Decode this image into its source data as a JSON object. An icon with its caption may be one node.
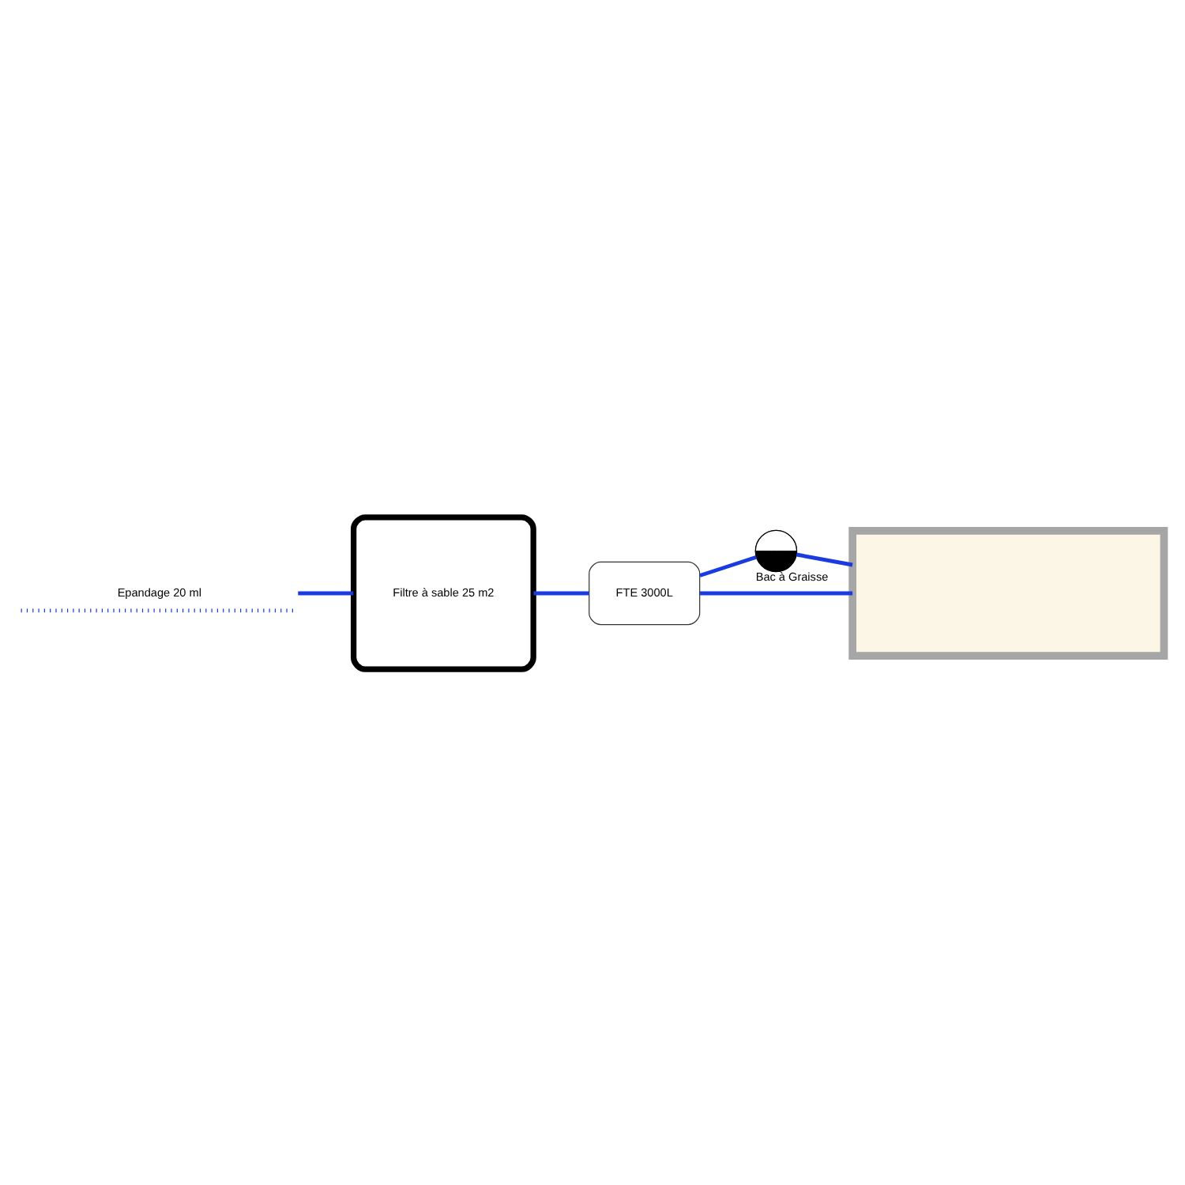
{
  "diagram": {
    "nodes": [
      {
        "text": [],
        "shape": "box"
      },
      {
        "text": [
          "Bac à Graisse"
        ]
      },
      {
        "text": [
          "FTE 3000L"
        ]
      },
      {
        "text": [
          "Filtre à sable 25 m2"
        ]
      },
      {
        "text": [
          "Epandage 20 ml"
        ]
      }
    ],
    "edges": [
      {
        "from": 0,
        "to": 1,
        "arrow": "none"
      },
      {
        "from": 1,
        "to": 2,
        "arrow": "none"
      },
      {
        "from": 0,
        "to": 2,
        "arrow": "none"
      },
      {
        "from": 2,
        "to": 3,
        "arrow": "none"
      },
      {
        "from": 3,
        "to": 4,
        "arrow": "none"
      }
    ]
  }
}
